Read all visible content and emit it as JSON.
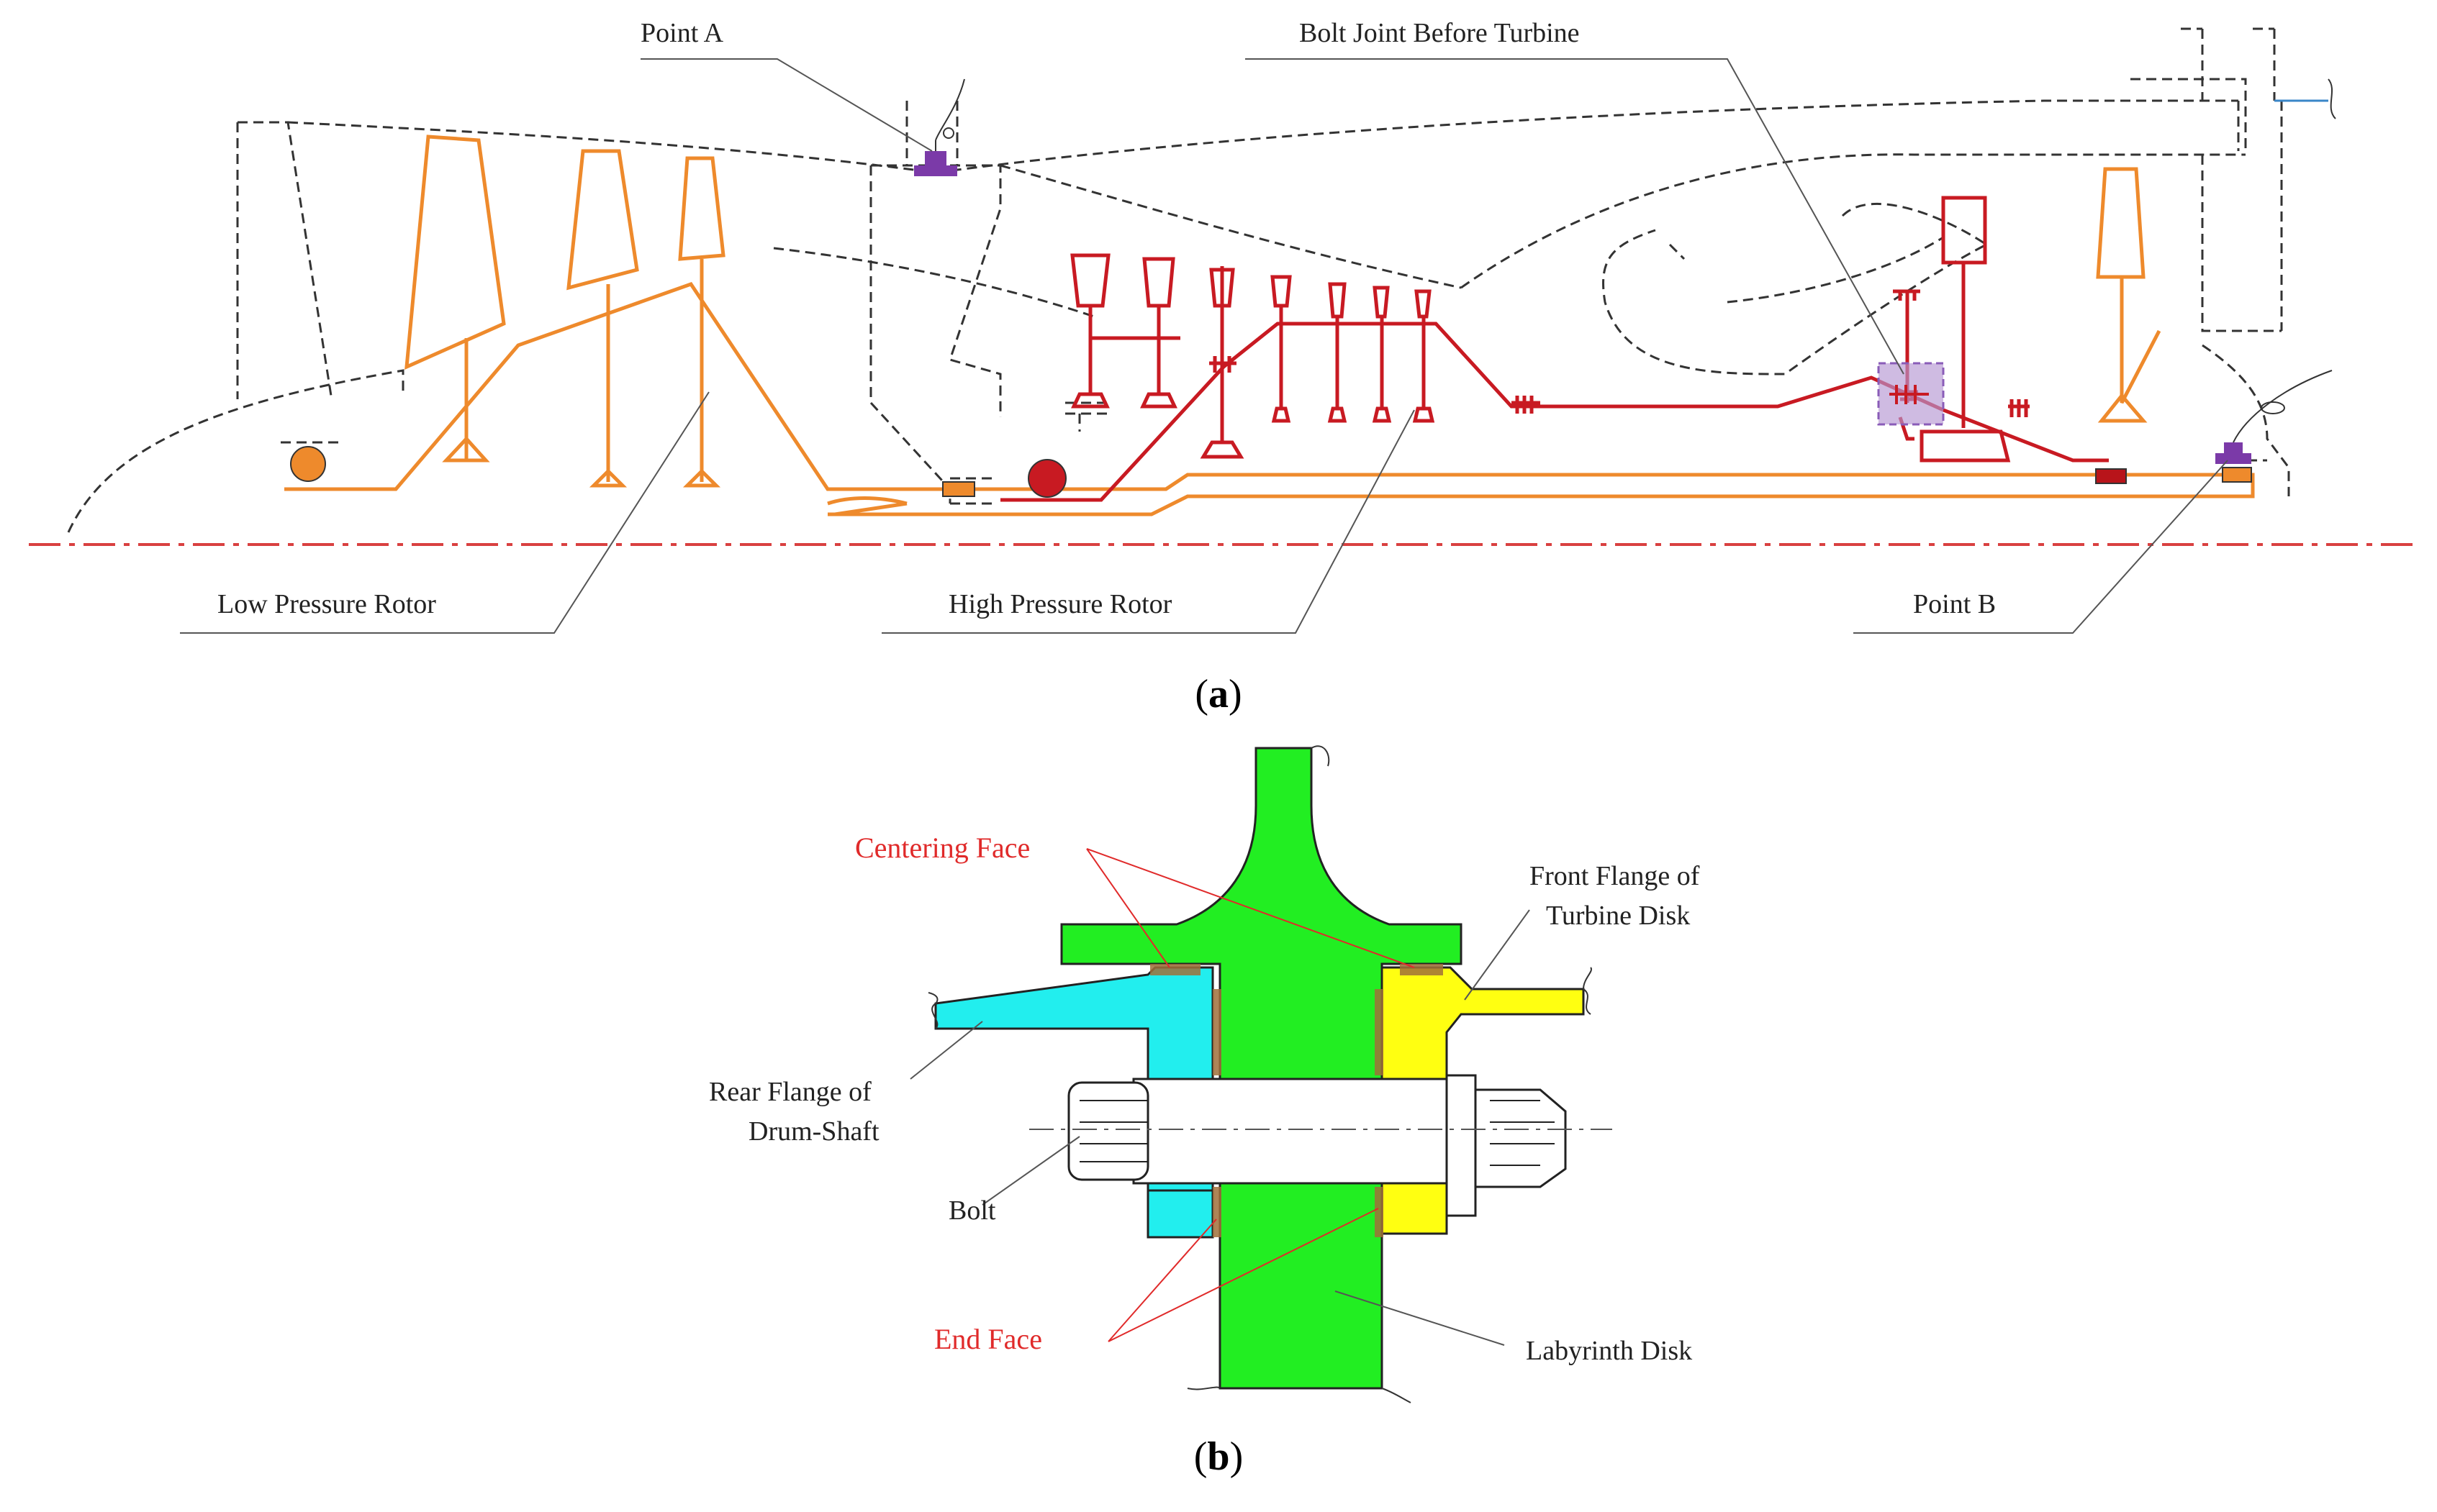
{
  "panel_a": {
    "caption_open": "(",
    "caption_letter": "a",
    "caption_close": ")",
    "labels": {
      "point_a": "Point A",
      "bolt_joint": "Bolt Joint Before Turbine",
      "low_pressure_rotor": "Low Pressure Rotor",
      "high_pressure_rotor": "High Pressure Rotor",
      "point_b": "Point B"
    }
  },
  "panel_b": {
    "caption_open": "(",
    "caption_letter": "b",
    "caption_close": ")",
    "labels": {
      "centering_face": "Centering Face",
      "front_flange_line1": "Front Flange of",
      "front_flange_line2": "Turbine Disk",
      "rear_flange_line1": "Rear Flange of",
      "rear_flange_line2": "Drum-Shaft",
      "bolt": "Bolt",
      "end_face": "End Face",
      "labyrinth_disk": "Labyrinth Disk"
    }
  },
  "colors": {
    "low_pressure": "#ee8a2c",
    "high_pressure": "#c81a22",
    "point_marker": "#7b3aa8",
    "highlight_box": "#b596d2",
    "labyrinth_disk": "#22ee22",
    "rear_flange": "#22eeee",
    "front_flange": "#ffff11",
    "contact_face": "#a0703a",
    "centerline": "#d94040",
    "red_label": "#e02a2a"
  }
}
